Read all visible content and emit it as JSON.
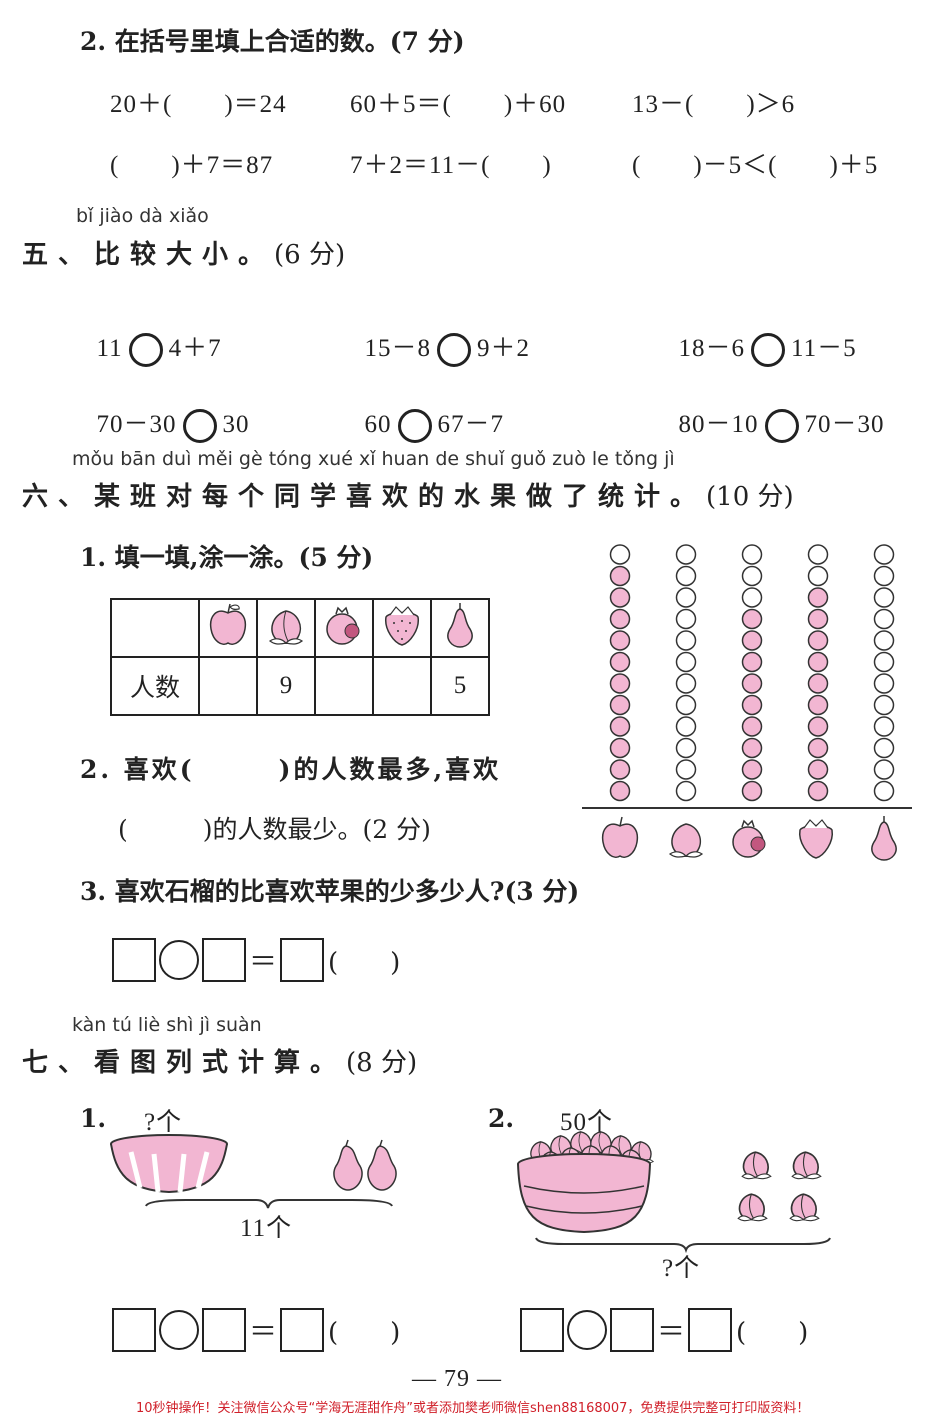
{
  "q2": {
    "title": "2. 在括号里填上合适的数。(7 分)",
    "row1": [
      "20＋(　　)＝24",
      "60＋5＝(　　)＋60",
      "13－(　　)＞6"
    ],
    "row2": [
      "(　　)＋7＝87",
      "7＋2＝11－(　　)",
      "(　　)－5＜(　　)＋5"
    ]
  },
  "s5": {
    "pinyin": "bǐ jiào dà xiǎo",
    "title": "五、比较大小。",
    "points": "(6 分)",
    "items": [
      {
        "left": "11",
        "right": "4＋7"
      },
      {
        "left": "15－8",
        "right": "9＋2"
      },
      {
        "left": "18－6",
        "right": "11－5"
      },
      {
        "left": "70－30",
        "right": "30"
      },
      {
        "left": "60",
        "right": "67－7"
      },
      {
        "left": "80－10",
        "right": "70－30"
      }
    ]
  },
  "s6": {
    "pinyin": "mǒu bān duì měi gè tóng xué xǐ huan de shuǐ guǒ zuò le tǒng jì",
    "title": "六、某班对每个同学喜欢的水果做了统计。",
    "points": "(10 分)",
    "q1": "1. 填一填,涂一涂。(5 分)",
    "table_row_label": "人数",
    "fruits": [
      "apple-icon",
      "peach-icon",
      "pomegranate-icon",
      "strawberry-icon",
      "pear-icon"
    ],
    "table_values": [
      "",
      "9",
      "",
      "",
      "5"
    ],
    "q2_line1": "2. 喜欢(　　　)的人数最多,喜欢",
    "q2_line2": "(　　　)的人数最少。(2 分)",
    "q3": "3. 喜欢石榴的比喜欢苹果的少多少人?(3 分)",
    "answer_eq": "＝",
    "answer_paren": "(　　)",
    "bead_columns": [
      {
        "fruit": "apple",
        "filled": 11,
        "total": 12
      },
      {
        "fruit": "peach",
        "filled": 0,
        "total": 12
      },
      {
        "fruit": "pomegranate",
        "filled": 9,
        "total": 12
      },
      {
        "fruit": "strawberry",
        "filled": 10,
        "total": 12
      },
      {
        "fruit": "pear",
        "filled": 0,
        "total": 12
      }
    ],
    "pink": "#f2b6d2"
  },
  "s7": {
    "pinyin": "kàn tú liè shì jì suàn",
    "title": "七、看图列式计算。",
    "points": "(8 分)",
    "p1": {
      "num": "1.",
      "top_label": "?个",
      "bottom_label": "11个"
    },
    "p2": {
      "num": "2.",
      "top_label": "50个",
      "bottom_label": "?个"
    },
    "answer_eq": "＝",
    "answer_paren": "(　　)"
  },
  "page_number": "— 79 —",
  "footer": "10秒钟操作！关注微信公众号“学海无涯甜作舟”或者添加樊老师微信shen88168007，免费提供完整可打印版资料！"
}
